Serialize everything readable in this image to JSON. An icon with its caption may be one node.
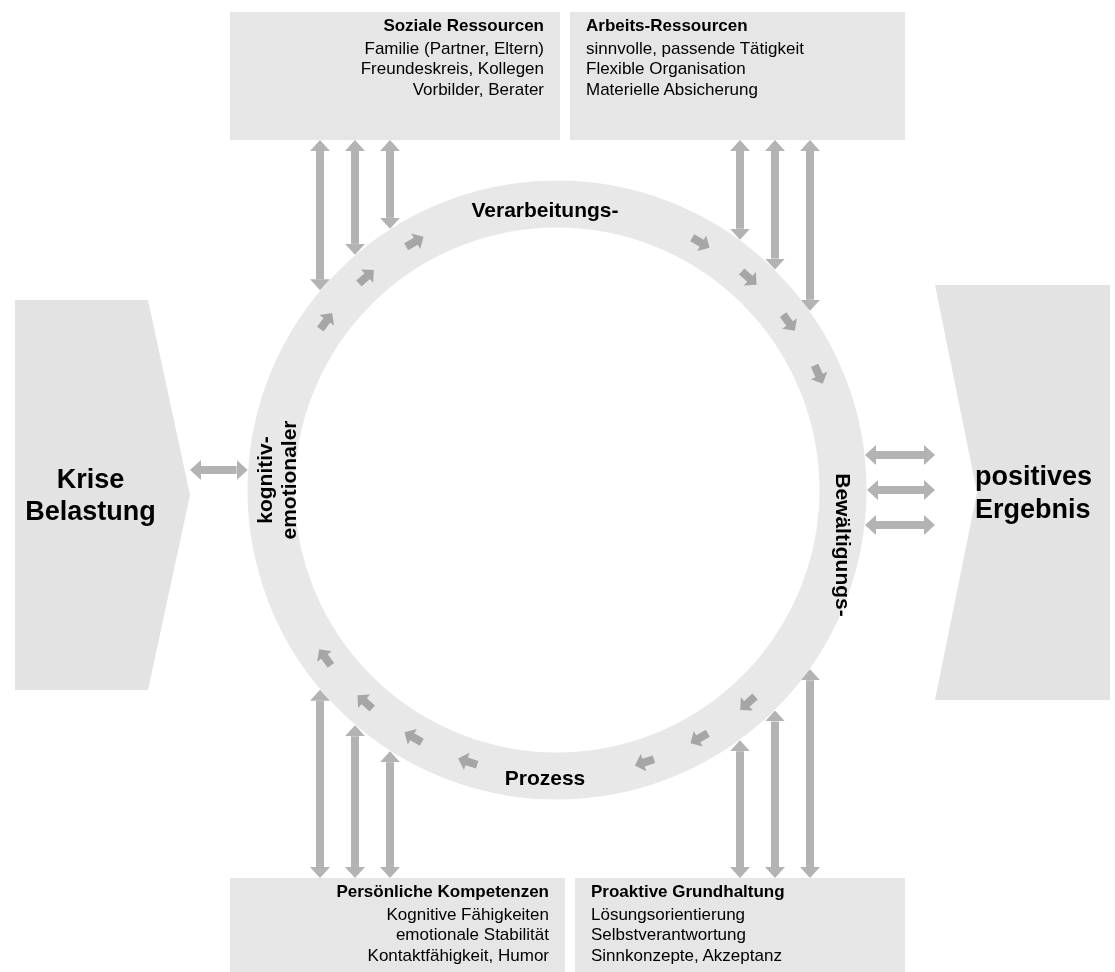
{
  "diagram": {
    "nodes": [
      {
        "text": [
          "Krise Belastung"
        ]
      },
      {
        "text": [
          "kognitiv- emotionaler",
          "Verarbeitungs-",
          "Bewältigungs-",
          "Prozess"
        ]
      },
      {
        "text": [
          "positives Ergebnis"
        ]
      },
      {
        "text": [
          "Soziale Ressourcen",
          "Familie (Partner, Eltern)",
          "Freundeskreis, Kollegen",
          "Vorbilder, Berater"
        ]
      },
      {
        "text": [
          "Arbeits-Ressourcen",
          "sinnvolle, passende Tätigkeit",
          "Flexible Organisation",
          "Materielle Absicherung"
        ]
      },
      {
        "text": [
          "Persönliche Kompetenzen",
          "Kognitive Fähigkeiten",
          "emotionale Stabilität",
          "Kontaktfähigkeit, Humor"
        ]
      },
      {
        "text": [
          "Proaktive Grundhaltung",
          "Lösungsorientierung",
          "Selbstverantwortung",
          "Sinnkonzepte, Akzeptanz"
        ]
      }
    ],
    "edges": [
      {
        "from": 0,
        "to": 1,
        "arrow": "both"
      },
      {
        "from": 1,
        "to": 2,
        "arrow": "both"
      },
      {
        "from": 1,
        "to": 2,
        "arrow": "both"
      },
      {
        "from": 1,
        "to": 2,
        "arrow": "both"
      },
      {
        "from": 3,
        "to": 1,
        "arrow": "both"
      },
      {
        "from": 3,
        "to": 1,
        "arrow": "both"
      },
      {
        "from": 3,
        "to": 1,
        "arrow": "both"
      },
      {
        "from": 4,
        "to": 1,
        "arrow": "both"
      },
      {
        "from": 4,
        "to": 1,
        "arrow": "both"
      },
      {
        "from": 4,
        "to": 1,
        "arrow": "both"
      },
      {
        "from": 5,
        "to": 1,
        "arrow": "both"
      },
      {
        "from": 5,
        "to": 1,
        "arrow": "both"
      },
      {
        "from": 5,
        "to": 1,
        "arrow": "both"
      },
      {
        "from": 6,
        "to": 1,
        "arrow": "both"
      },
      {
        "from": 6,
        "to": 1,
        "arrow": "both"
      },
      {
        "from": 6,
        "to": 1,
        "arrow": "both"
      }
    ]
  }
}
